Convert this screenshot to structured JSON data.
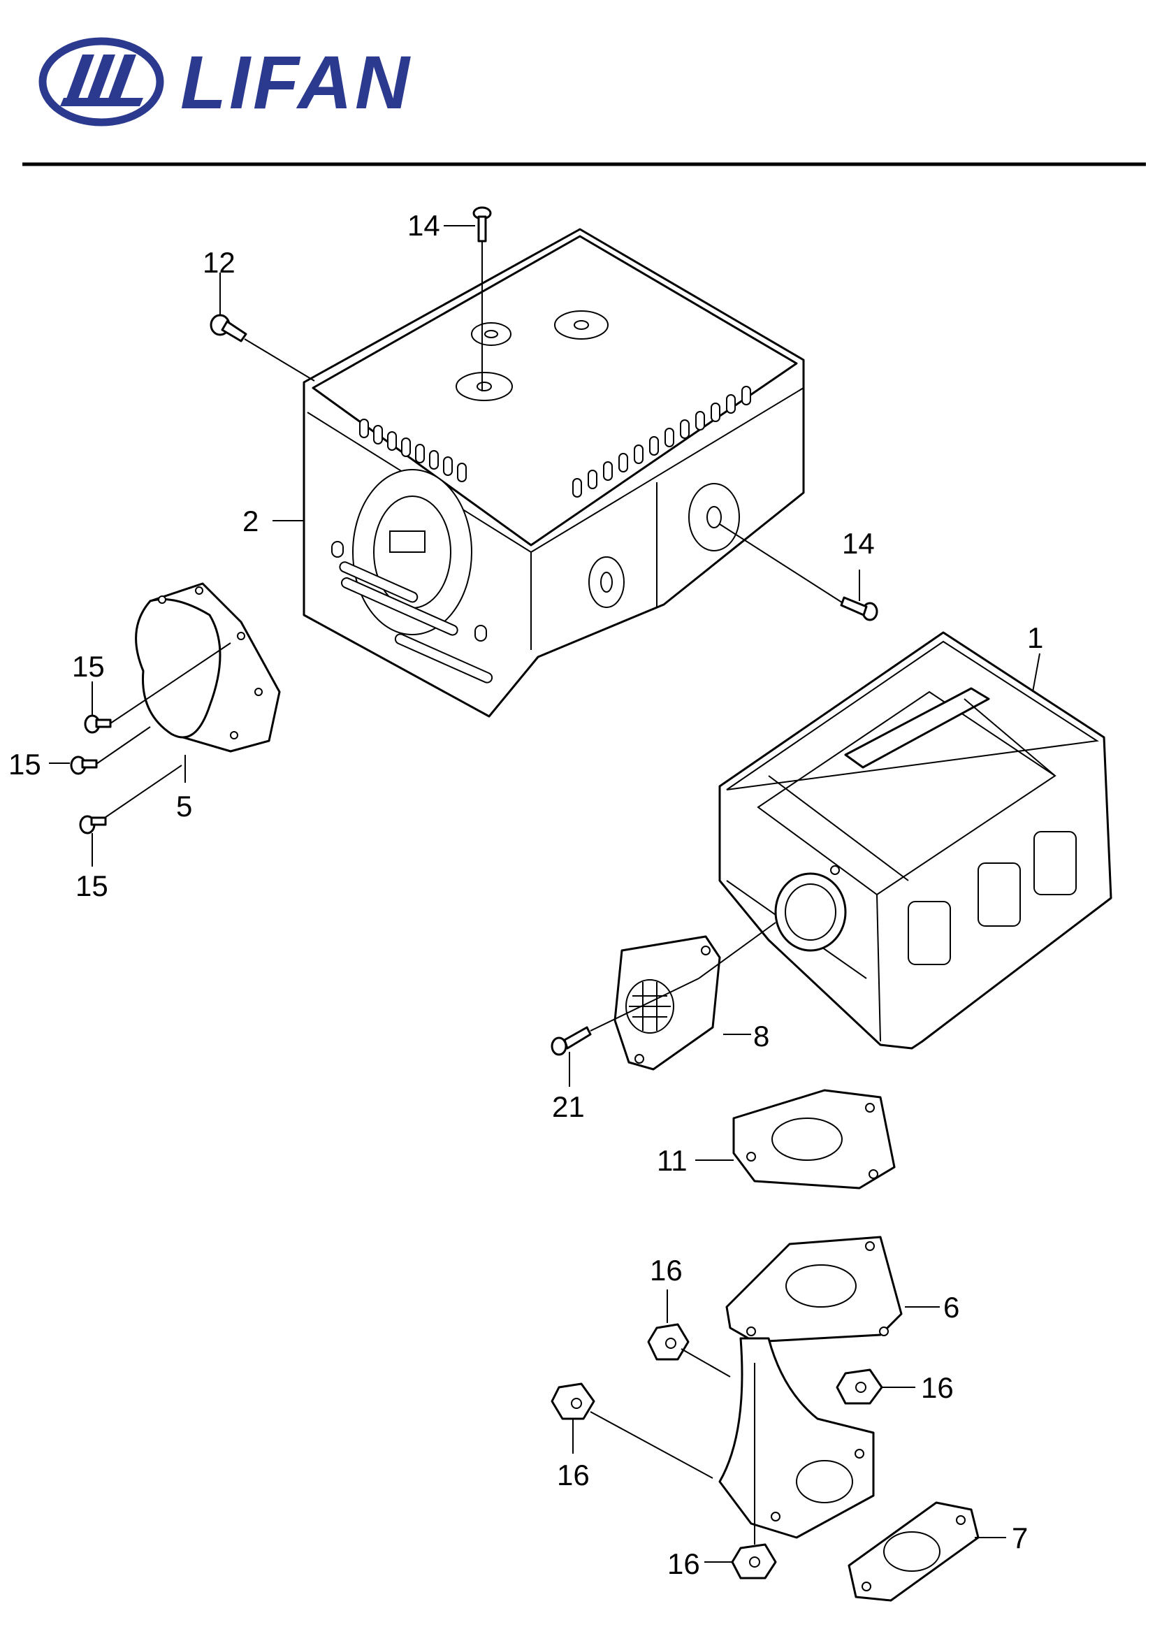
{
  "brand": {
    "name": "LIFAN",
    "color": "#2b3a8f"
  },
  "callouts": {
    "c1": "1",
    "c2": "2",
    "c5": "5",
    "c6": "6",
    "c7": "7",
    "c8": "8",
    "c11": "11",
    "c12": "12",
    "c14a": "14",
    "c14b": "14",
    "c15a": "15",
    "c15b": "15",
    "c15c": "15",
    "c16a": "16",
    "c16b": "16",
    "c16c": "16",
    "c16d": "16",
    "c21": "21"
  }
}
